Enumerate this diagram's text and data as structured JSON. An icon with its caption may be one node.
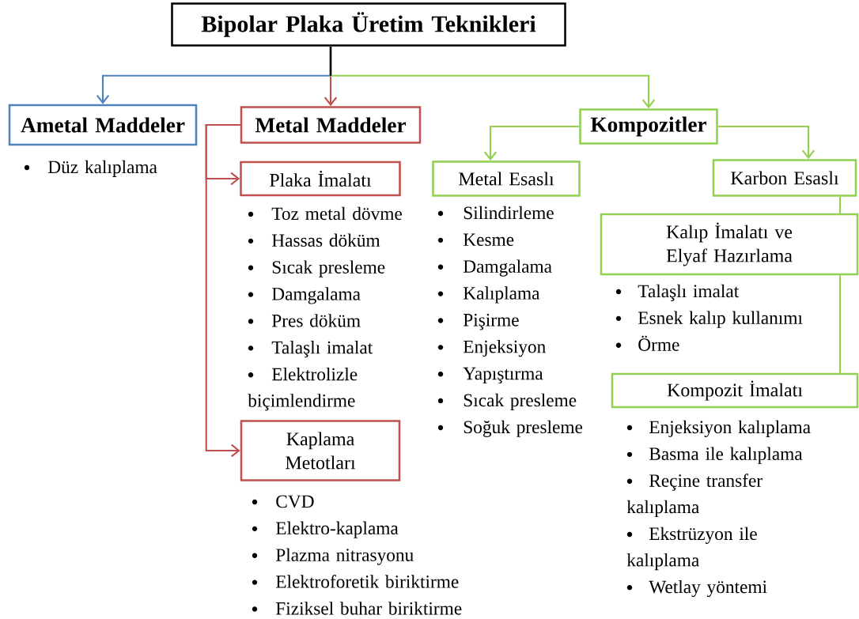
{
  "diagram": {
    "nodes": [
      {
        "text": [
          "Bipolar Plaka Üretim Teknikleri"
        ]
      },
      {
        "text": [
          "Ametal Maddeler"
        ],
        "beside": [
          "Düz kalıplama"
        ]
      },
      {
        "text": [
          "Metal Maddeler"
        ]
      },
      {
        "text": [
          "Kompozitler"
        ]
      },
      {
        "text": [
          "Plaka İmalatı"
        ],
        "beside": [
          "Toz metal dövme",
          "Hassas döküm",
          "Sıcak presleme",
          "Damgalama",
          "Pres döküm",
          "Talaşlı imalat",
          "Elektrolizle biçimlendirme"
        ]
      },
      {
        "text": [
          "Kaplama Metotları"
        ],
        "beside": [
          "CVD",
          "Elektro-kaplama",
          "Plazma nitrasyonu",
          "Elektroforetik biriktirme",
          "Fiziksel buhar biriktirme"
        ]
      },
      {
        "text": [
          "Metal Esaslı"
        ],
        "beside": [
          "Silindirleme",
          "Kesme",
          "Damgalama",
          "Kalıplama",
          "Pişirme",
          "Enjeksiyon",
          "Yapıştırma",
          "Sıcak presleme",
          "Soğuk presleme"
        ]
      },
      {
        "text": [
          "Karbon Esaslı"
        ]
      },
      {
        "text": [
          "Kalıp İmalatı ve Elyaf Hazırlama"
        ],
        "beside": [
          "Talaşlı imalat",
          "Esnek kalıp kullanımı",
          "Örme"
        ]
      },
      {
        "text": [
          "Kompozit İmalatı"
        ],
        "beside": [
          "Enjeksiyon kalıplama",
          "Basma ile kalıplama",
          "Reçine transfer kalıplama",
          "Ekstrüzyon ile kalıplama",
          "Wetlay yöntemi"
        ]
      }
    ],
    "edges": [
      {
        "from": 0,
        "to": 1,
        "arrow": "to",
        "color": "#4f81bd"
      },
      {
        "from": 0,
        "to": 2,
        "arrow": "to",
        "color": "#c0504d"
      },
      {
        "from": 0,
        "to": 3,
        "arrow": "to"
      },
      {
        "from": 3,
        "to": 6,
        "arrow": "to"
      },
      {
        "from": 3,
        "to": 7,
        "arrow": "to"
      },
      {
        "from": 2,
        "to": 4,
        "arrow": "to",
        "color": "#c0504d"
      },
      {
        "from": 2,
        "to": 5,
        "arrow": "to",
        "color": "#c0504d"
      },
      {
        "from": 7,
        "to": 8,
        "arrow": "none"
      },
      {
        "from": 8,
        "to": 9,
        "arrow": "none"
      }
    ]
  }
}
